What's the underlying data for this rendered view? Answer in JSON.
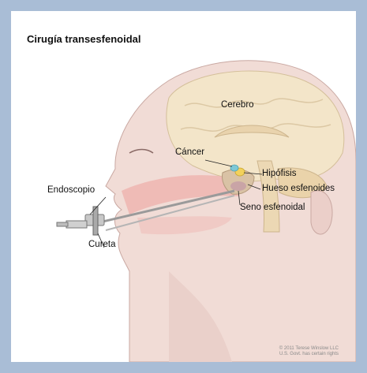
{
  "title": "Cirugía transesfenoidal",
  "labels": {
    "cerebro": "Cerebro",
    "cancer": "Cáncer",
    "hipofisis": "Hipófisis",
    "hueso": "Hueso esfenoides",
    "seno": "Seno esfenoidal",
    "endoscopio": "Endoscopio",
    "cureta": "Cureta"
  },
  "credit": {
    "line1": "© 2011 Terese Winslow LLC",
    "line2": "U.S. Govt. has certain rights"
  },
  "colors": {
    "frame": "#a9bdd6",
    "skin": "#f0d8d4",
    "skin_shadow": "#e8c2bc",
    "brain": "#f2e3c8",
    "cancer": "#7ec8d6",
    "pituitary": "#f2d15c"
  }
}
